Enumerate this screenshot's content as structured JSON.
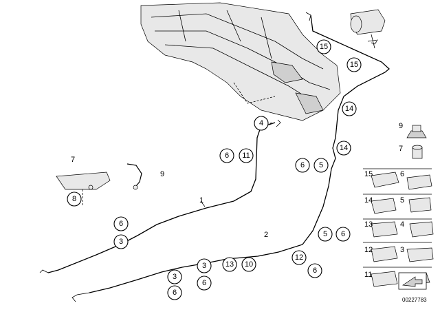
{
  "diagram": {
    "doc_number": "00227783",
    "parts_list": [
      {
        "number": "9"
      },
      {
        "number": "7"
      },
      {
        "number": "15"
      },
      {
        "number": "6"
      },
      {
        "number": "14"
      },
      {
        "number": "5"
      },
      {
        "number": "13"
      },
      {
        "number": "4"
      },
      {
        "number": "12"
      },
      {
        "number": "3"
      },
      {
        "number": "11"
      }
    ],
    "callouts": {
      "c15a": "15",
      "c15b": "15",
      "c14a": "14",
      "c14b": "14",
      "c4": "4",
      "c6a": "6",
      "c11": "11",
      "c6b": "6",
      "c5a": "5",
      "c8": "8",
      "c6c": "6",
      "c3a": "3",
      "c5b": "5",
      "c6d": "6",
      "c3b": "3",
      "c13": "13",
      "c10": "10",
      "c12": "12",
      "c6e": "6",
      "c3c": "3",
      "c6f": "6",
      "c6g": "6"
    },
    "labels": {
      "l7": "7",
      "l9": "9",
      "l1": "1",
      "l2": "2"
    }
  }
}
